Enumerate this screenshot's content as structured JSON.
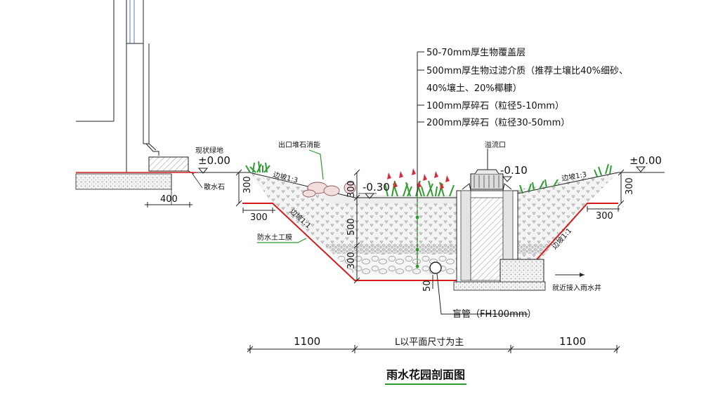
{
  "title": "雨水花园剖面图",
  "layers": [
    "50-70mm厚生物覆盖层",
    "500mm厚生物过滤介质（推荐土壤比40%细砂、",
    "40%壤土、20%椰糠）",
    "100mm厚碎石（粒径5-10mm）",
    "200mm厚碎石（粒径30-50mm）"
  ],
  "labels": {
    "existing_green": "现状绿地",
    "splash_stone": "散水石",
    "outlet_stone": "出口堆石消能",
    "overflow": "溢流口",
    "membrane": "防水土工膜",
    "blind_pipe": "盲管（FH100mm）",
    "to_well": "就近接入雨水井",
    "slope_top_left": "边坡1:3",
    "slope_top_right": "边坡1:3",
    "slope_low_left": "边坡1:1",
    "slope_low_right": "边坡1:1"
  },
  "elevations": {
    "left": "±0.00",
    "right": "±0.00",
    "bottom_surface": "-0.30",
    "overflow": "-0.10",
    "left_top": "±0.00"
  },
  "dims": {
    "d400": "400",
    "d300_left_v": "300",
    "d300_left_h": "300",
    "d300_right_v": "300",
    "d300_right_h": "300",
    "d300_mid": "300",
    "d500": "500",
    "d300_gravel": "300",
    "d50": "50",
    "w_left": "1100",
    "w_mid": "L以平面尺寸为主",
    "w_right": "1100"
  },
  "colors": {
    "membrane": "#d41c1c",
    "leader": "#2b9a2b",
    "plant": "#2e9c2e",
    "flower": "#d82a3a",
    "line": "#222222"
  }
}
